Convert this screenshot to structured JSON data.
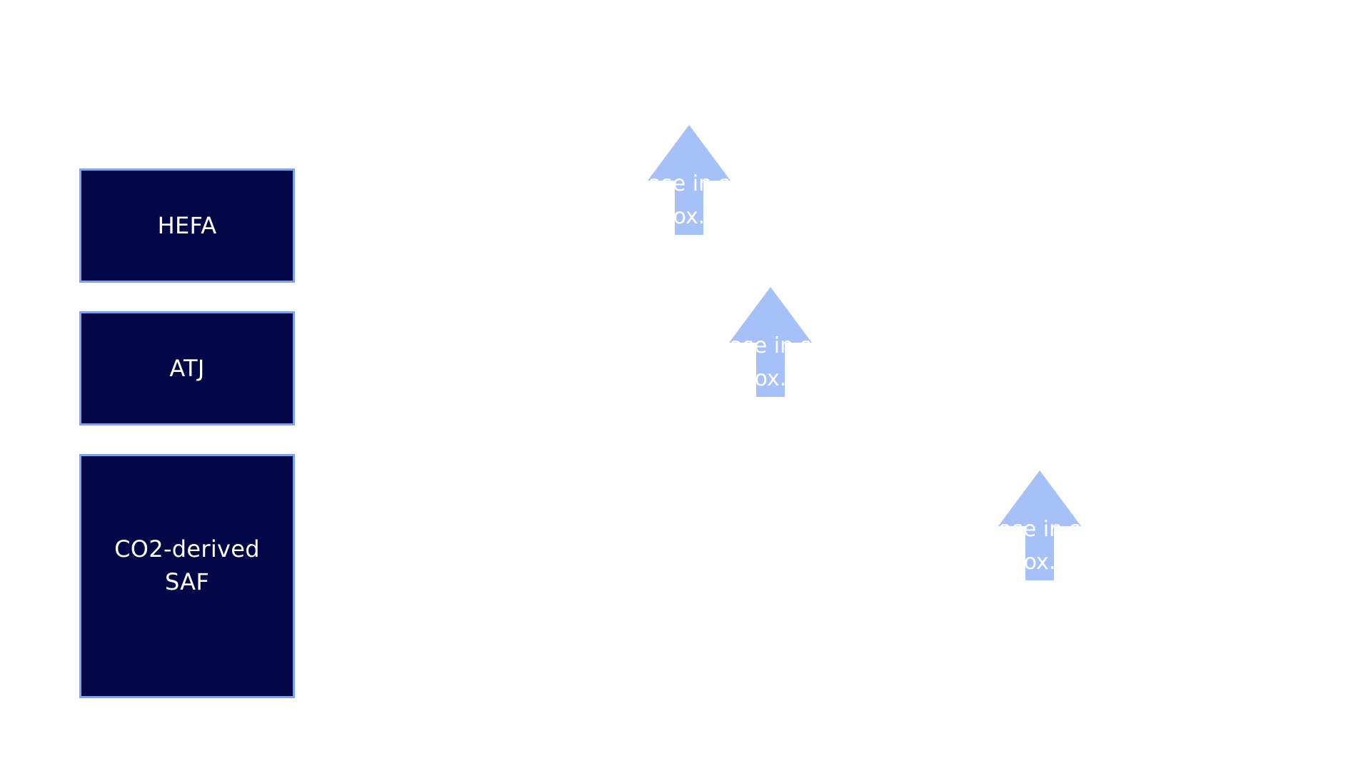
{
  "colors": {
    "box_fill": "#020748",
    "box_border": "#7fa2ee",
    "arrow_fill": "#a6c1f7",
    "text": "#ffffff"
  },
  "pathways": [
    {
      "label": "HEFA"
    },
    {
      "label": "ATJ"
    },
    {
      "label": "CO2-derived SAF"
    }
  ],
  "arrows": [
    {
      "icon": "up-arrow-icon",
      "line1": "ase in s",
      "line2": "ox."
    },
    {
      "icon": "up-arrow-icon",
      "line1": "ase in s",
      "line2": "ox."
    },
    {
      "icon": "up-arrow-icon",
      "line1": "ase in s",
      "line2": "ox."
    }
  ]
}
